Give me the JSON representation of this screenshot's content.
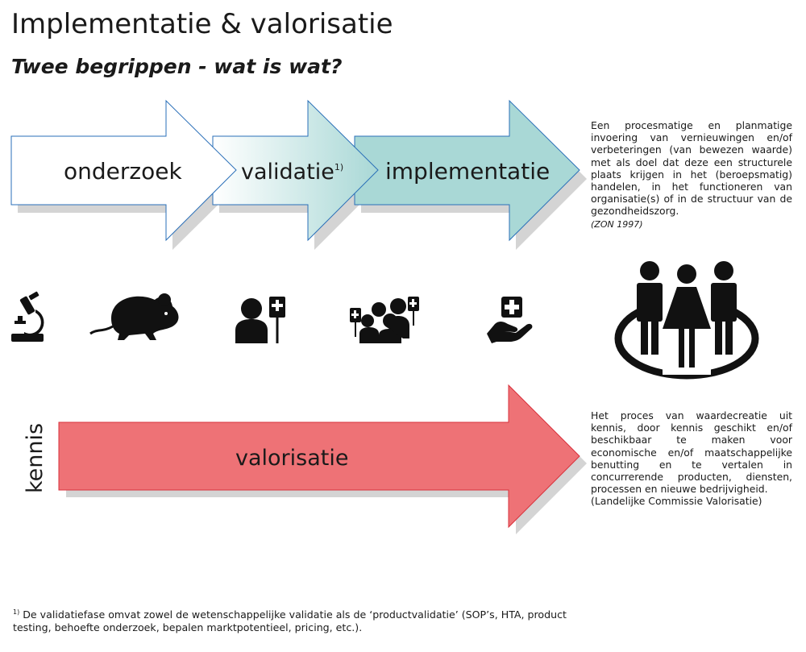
{
  "header": {
    "title": "Implementatie & valorisatie",
    "subtitle": "Twee begrippen - wat is wat?"
  },
  "arrows": {
    "onderzoek": "onderzoek",
    "validatie": "validatie",
    "validatie_sup": "1)",
    "implementatie": "implementatie",
    "valorisatie": "valorisatie",
    "kennis": "kennis"
  },
  "definitions": {
    "implementatie": {
      "text": "Een procesmatige en planmatige invoering van vernieuwingen en/of verbeteringen (van bewezen waarde) met als doel dat deze een structurele plaats krijgen in het (beroepsmatig) handelen, in het functioneren van organisatie(s) of in de structuur van de gezondheidszorg.",
      "source": "(ZON 1997)"
    },
    "valorisatie": {
      "text": "Het proces van waardecreatie uit kennis, door kennis geschikt en/of beschikbaar te maken voor economische en/of maatschappelijke benutting en te vertalen in concurrerende producten, diensten, processen en nieuwe bedrijvigheid.",
      "source": "(Landelijke Commissie Valorisatie)"
    }
  },
  "icons": [
    "microscope-icon",
    "mouse-icon",
    "patient-iv-icon",
    "group-iv-icon",
    "hand-medical-icon",
    "people-community-icon"
  ],
  "footnote": {
    "marker": "1)",
    "text": "De validatiefase omvat zowel de wetenschappelijke validatie als de ‘productvalidatie’ (SOP’s, HTA, product testing, behoefte onderzoek, bepalen marktpotentieel, pricing, etc.)."
  },
  "colors": {
    "arrow_border": "#2a6fb8",
    "implementatie_fill": "#a9d8d6",
    "valorisatie_fill": "#ee7276",
    "valorisatie_border": "#d8313c",
    "shadow": "#d4d4d4"
  }
}
